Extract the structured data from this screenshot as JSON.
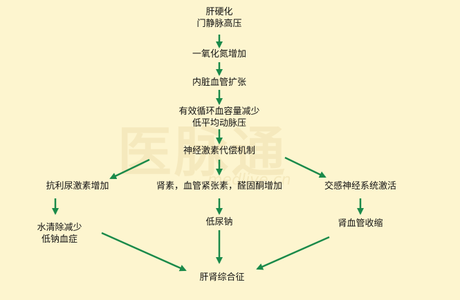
{
  "watermark": {
    "logo_text": "医脉通",
    "sub_text": "medlive.cn"
  },
  "colors": {
    "background": "#fdf5cf",
    "arrow": "#1a8a4a",
    "text": "#111111"
  },
  "nodes": {
    "cirrhosis": {
      "line1": "肝硬化",
      "line2": "门静脉高压"
    },
    "no": {
      "line1": "一氧化氮增加"
    },
    "vasodilation": {
      "line1": "内脏血管扩张"
    },
    "volume": {
      "line1": "有效循环血容量减少",
      "line2": "低平均动脉压"
    },
    "neuro": {
      "line1": "神经激素代偿机制"
    },
    "adh": {
      "line1": "抗利尿激素增加"
    },
    "raas": {
      "line1": "肾素，血管紧张素，醛固酮增加"
    },
    "sympathetic": {
      "line1": "交感神经系统激活"
    },
    "hyponatremia": {
      "line1": "水清除减少",
      "line2": "低钠血症"
    },
    "low_sodium_urine": {
      "line1": "低尿钠"
    },
    "renal_vasoconstriction": {
      "line1": "肾血管收缩"
    },
    "hrs": {
      "line1": "肝肾综合征"
    }
  }
}
